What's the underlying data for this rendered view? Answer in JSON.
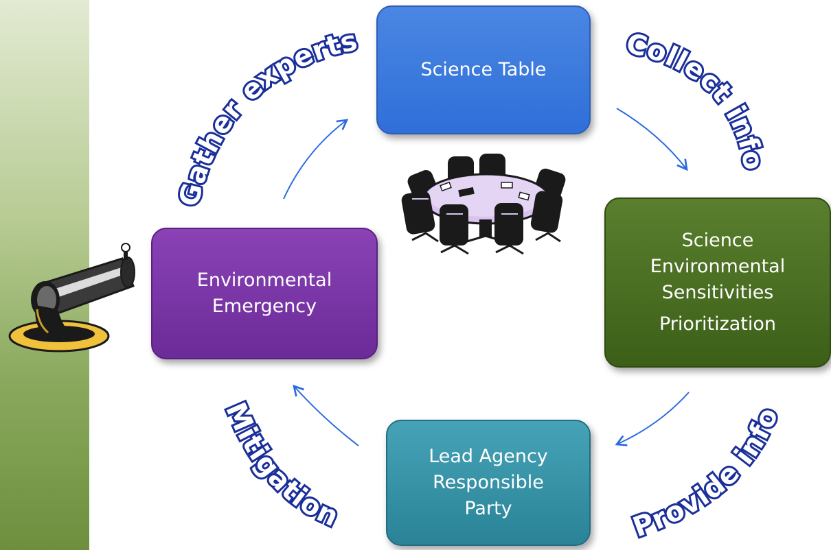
{
  "nodes": {
    "science_table": {
      "line1": "Science Table"
    },
    "sensitivities": {
      "line1": "Science",
      "line2": "Environmental",
      "line3": "Sensitivities",
      "line4": "Prioritization"
    },
    "lead_agency": {
      "line1": "Lead Agency",
      "line2": "Responsible",
      "line3": "Party"
    },
    "environmental_emergency": {
      "line1": "Environmental",
      "line2": "Emergency"
    }
  },
  "edges": {
    "gather": "Gather experts",
    "collect": "Collect info",
    "provide": "Provide info",
    "mitigation": "Mitigation"
  },
  "colors": {
    "science_table": "#3a78dc",
    "sensitivities": "#4a6e22",
    "lead_agency": "#3593a8",
    "environmental_emergency": "#7b35a6",
    "arrow": "#2b6be0",
    "label_outline": "#1a2f9a",
    "sidebar": "#89a85c"
  },
  "icons": {
    "meeting": "conference-table-clipart-icon",
    "pipe": "discharge-pipe-spill-icon"
  }
}
